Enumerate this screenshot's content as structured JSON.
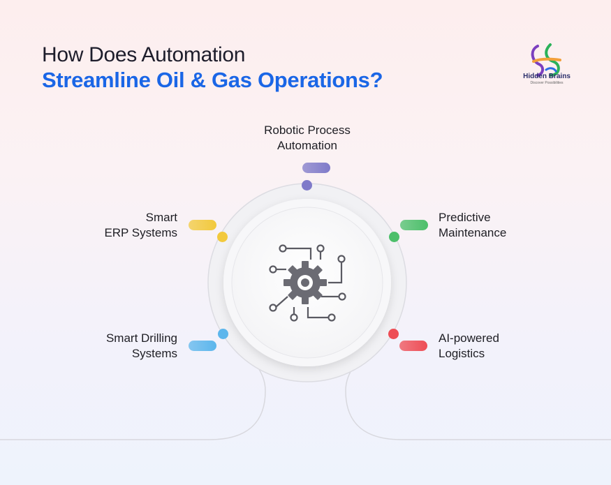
{
  "title": {
    "line1": "How Does Automation",
    "line2": "Streamline Oil & Gas Operations?"
  },
  "logo": {
    "name": "Hidden Brains",
    "tagline": "Discover Possibilities",
    "icon": "hidden-brains-logo-icon"
  },
  "center_icon": "gear-circuit-icon",
  "items": [
    {
      "id": "rpa",
      "line1": "Robotic Process",
      "line2": "Automation",
      "color": "#7f7ac9"
    },
    {
      "id": "predictive",
      "line1": "Predictive",
      "line2": "Maintenance",
      "color": "#4cbf6a"
    },
    {
      "id": "logistics",
      "line1": "AI-powered",
      "line2": "Logistics",
      "color": "#ee4d55"
    },
    {
      "id": "drilling",
      "line1": "Smart Drilling",
      "line2": "Systems",
      "color": "#5cb6ec"
    },
    {
      "id": "erp",
      "line1": "Smart",
      "line2": "ERP Systems",
      "color": "#f2c93c"
    }
  ]
}
